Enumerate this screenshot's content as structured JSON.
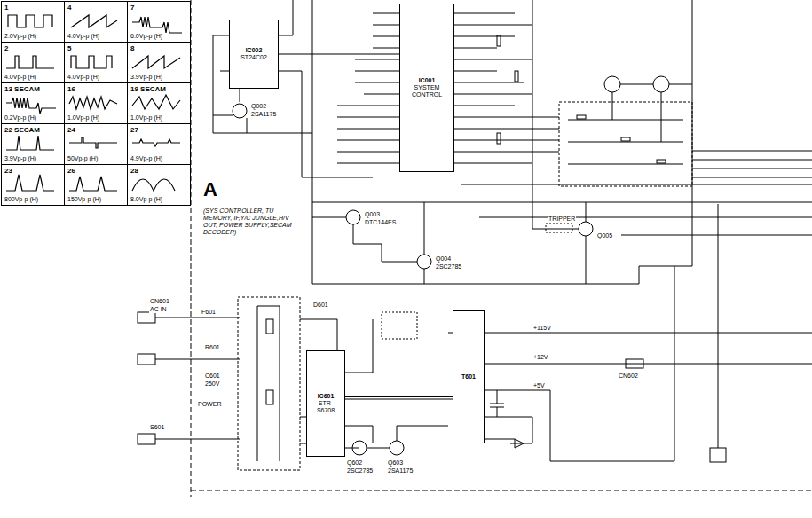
{
  "diagram": {
    "nodes": [
      {
        "text": [
          "1",
          "2.0Vp-p (H)"
        ]
      },
      {
        "text": [
          "4",
          "4.0Vp-p (H)"
        ]
      },
      {
        "text": [
          "7",
          "6.0Vp-p (H)"
        ]
      },
      {
        "text": [
          "2",
          "4.0Vp-p (H)"
        ]
      },
      {
        "text": [
          "5",
          "4.0Vp-p (H)"
        ]
      },
      {
        "text": [
          "8",
          "3.9Vp-p (H)"
        ]
      },
      {
        "text": [
          "13 SECAM",
          "0.2Vp-p (H)"
        ]
      },
      {
        "text": [
          "16",
          "1.0Vp-p (H)"
        ]
      },
      {
        "text": [
          "19 SECAM",
          "1.0Vp-p (H)"
        ]
      },
      {
        "text": [
          "22 SECAM",
          "3.9Vp-p (H)"
        ]
      },
      {
        "text": [
          "24",
          "50Vp-p (H)"
        ]
      },
      {
        "text": [
          "27",
          "4.9Vp-p (H)"
        ]
      },
      {
        "text": [
          "23",
          "800Vp-p (H)"
        ]
      },
      {
        "text": [
          "26",
          "150Vp-p (H)"
        ]
      },
      {
        "text": [
          "28",
          "8.0Vp-p (H)"
        ]
      },
      {
        "text": [
          "IC002",
          "ST24C02"
        ]
      },
      {
        "text": [
          "IC001",
          "SYSTEM CONTROL"
        ]
      },
      {
        "text": [
          "IC601",
          "STR-S6708"
        ]
      },
      {
        "text": [
          "T601"
        ]
      }
    ],
    "edges": [
      {
        "from": 15,
        "to": 16,
        "arrow": "none"
      },
      {
        "from": 17,
        "to": 18,
        "arrow": "none"
      }
    ],
    "labels": [
      "A",
      "(SYS CONTROLLER, TU MEMORY, IF,Y/C JUNGLE,H/V OUT, POWER SUPPLY,SECAM DECODER)",
      "Q002",
      "2SA1175",
      "Q003",
      "DTC144ES",
      "Q004",
      "2SC2785",
      "Q005",
      "TRIPPER",
      "Q602",
      "2SC2785",
      "Q603",
      "2SA1175",
      "CN601",
      "AC IN",
      "F601",
      "S601",
      "POWER",
      "D601",
      "C601",
      "250V",
      "+115V",
      "+12V",
      "+5V",
      "R601",
      "CN602"
    ]
  }
}
